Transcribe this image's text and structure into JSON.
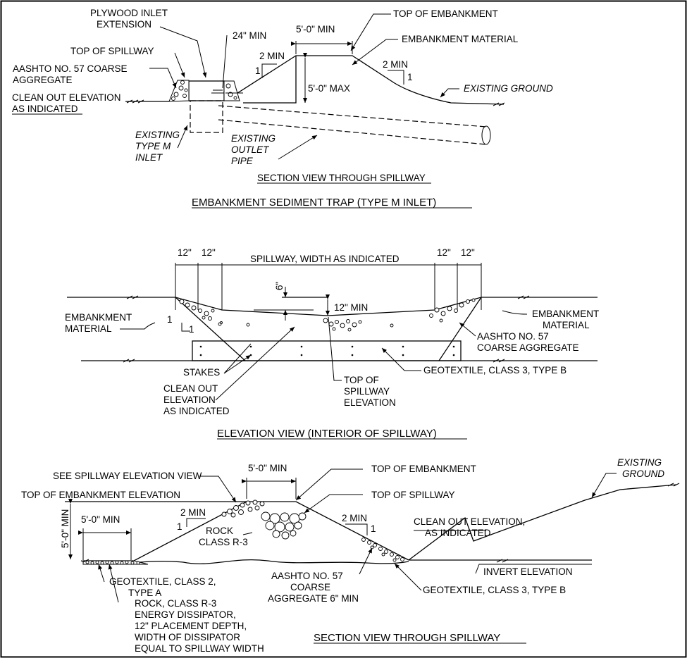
{
  "top_section": {
    "labels": {
      "plywood_1": "PLYWOOD INLET",
      "plywood_2": "EXTENSION",
      "min24": "24\" MIN",
      "top_width": "5'-0\" MIN",
      "top_emb": "TOP OF EMBANKMENT",
      "emb_mat": "EMBANKMENT MATERIAL",
      "top_spill": "TOP OF SPILLWAY",
      "slope_left": "2 MIN",
      "slope_left_one": "1",
      "slope_right": "2 MIN",
      "slope_right_one": "1",
      "aashto_1": "AASHTO NO. 57 COARSE",
      "aashto_2": "AGGREGATE",
      "height_max": "5'-0\" MAX",
      "existing_ground": "EXISTING GROUND",
      "clean_out_1": "CLEAN OUT ELEVATION",
      "clean_out_2": "AS INDICATED",
      "inlet_1": "EXISTING",
      "inlet_2": "TYPE M",
      "inlet_3": "INLET",
      "pipe_1": "EXISTING",
      "pipe_2": "OUTLET",
      "pipe_3": "PIPE",
      "view_label": "SECTION VIEW THROUGH SPILLWAY"
    },
    "title": "EMBANKMENT SEDIMENT TRAP (TYPE M INLET)"
  },
  "middle_section": {
    "labels": {
      "dim_12a": "12\"",
      "dim_12b": "12\"",
      "spillway_width": "SPILLWAY, WIDTH AS INDICATED",
      "dim_12c": "12\"",
      "dim_12d": "12\"",
      "six_in": "6\"",
      "min12": "12\" MIN",
      "emb_left_1": "EMBANKMENT",
      "emb_left_2": "MATERIAL",
      "emb_right_1": "EMBANKMENT",
      "emb_right_2": "MATERIAL",
      "slope_one_a": "1",
      "slope_one_b": "1",
      "aashto_1": "AASHTO NO. 57",
      "aashto_2": "COARSE AGGREGATE",
      "stakes": "STAKES",
      "clean_1": "CLEAN OUT",
      "clean_2": "ELEVATION",
      "clean_3": "AS INDICATED",
      "top_spill_1": "TOP OF",
      "top_spill_2": "SPILLWAY",
      "top_spill_3": "ELEVATION",
      "geotextile": "GEOTEXTILE, CLASS 3, TYPE B"
    },
    "title": "ELEVATION VIEW (INTERIOR OF SPILLWAY)"
  },
  "bottom_section": {
    "labels": {
      "see_spillway": "SEE SPILLWAY ELEVATION VIEW",
      "top_width": "5'-0\" MIN",
      "top_emb": "TOP OF EMBANKMENT",
      "existing_1": "EXISTING",
      "existing_2": "GROUND",
      "top_emb_elev": "TOP OF EMBANKMENT ELEVATION",
      "top_spill": "TOP OF SPILLWAY",
      "height_min": "5'-0\" MIN",
      "left_width": "5'-0\" MIN",
      "slope_left": "2 MIN",
      "slope_left_one": "1",
      "slope_right": "2 MIN",
      "slope_right_one": "1",
      "clean_1": "CLEAN OUT ELEVATION,",
      "clean_2": "AS INDICATED",
      "rock_1": "ROCK",
      "rock_2": "CLASS R-3",
      "invert": "INVERT ELEVATION",
      "geo2_1": "GEOTEXTILE, CLASS 2,",
      "geo2_2": "TYPE  A",
      "aashto_1": "AASHTO NO. 57",
      "aashto_2": "COARSE",
      "aashto_3": "AGGREGATE 6\" MIN",
      "geo3": "GEOTEXTILE, CLASS 3, TYPE B",
      "dissip_1": "ROCK, CLASS R-3",
      "dissip_2": "ENERGY DISSIPATOR,",
      "dissip_3": "12\" PLACEMENT DEPTH,",
      "dissip_4": "WIDTH OF DISSIPATOR",
      "dissip_5": "EQUAL TO SPILLWAY WIDTH"
    },
    "title": "SECTION VIEW THROUGH SPILLWAY"
  }
}
